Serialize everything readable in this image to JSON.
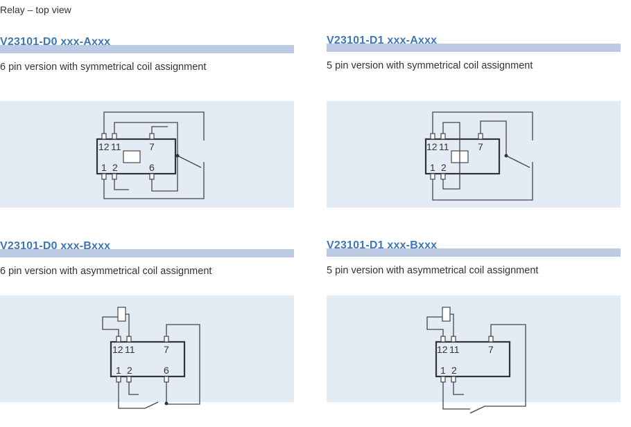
{
  "page": {
    "caption": "Relay – top view"
  },
  "panels": [
    {
      "title": "V23101-D0 xxx-Axxx",
      "description": "6 pin version with symmetrical coil assignment",
      "labels": {
        "p12": "12",
        "p11": "11",
        "p7": "7",
        "p1": "1",
        "p2": "2",
        "p6": "6"
      }
    },
    {
      "title": "V23101-D1 xxx-Axxx",
      "description": "5 pin version with symmetrical coil assignment",
      "labels": {
        "p12": "12",
        "p11": "11",
        "p7": "7",
        "p1": "1",
        "p2": "2"
      }
    },
    {
      "title": "V23101-D0 xxx-Bxxx",
      "description": "6 pin version with asymmetrical coil assignment",
      "labels": {
        "p12": "12",
        "p11": "11",
        "p7": "7",
        "p1": "1",
        "p2": "2",
        "p6": "6"
      }
    },
    {
      "title": "V23101-D1 xxx-Bxxx",
      "description": "5 pin version with asymmetrical coil assignment",
      "labels": {
        "p12": "12",
        "p11": "11",
        "p7": "7",
        "p1": "1",
        "p2": "2"
      }
    }
  ],
  "colors": {
    "title_text": "#3e77b4",
    "title_bar": "#bccbe3",
    "diagram_background": "#e3ebf5"
  }
}
